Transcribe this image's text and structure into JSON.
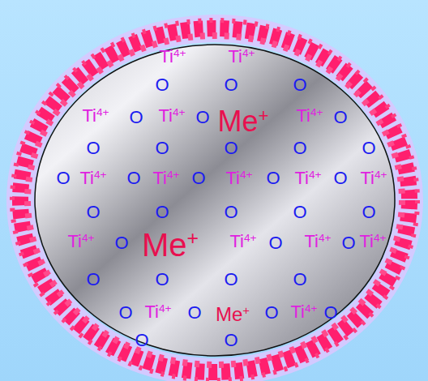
{
  "diagram": {
    "nodes": [
      {
        "text": [
          "Ti4+",
          "Ti4+",
          "O",
          "O",
          "O",
          "Ti4+",
          "O",
          "Ti4+",
          "O",
          "Me+",
          "Ti4+",
          "O",
          "O",
          "O",
          "O",
          "O",
          "O",
          "O",
          "Ti4+",
          "O",
          "Ti4+",
          "O",
          "Ti4+",
          "O",
          "Ti4+",
          "O",
          "Ti4+",
          "O",
          "O",
          "O",
          "O",
          "O",
          "Ti4+",
          "O",
          "Me+",
          "Ti4+",
          "O",
          "Ti4+",
          "O",
          "Ti4+",
          "O",
          "O",
          "O",
          "O",
          "O",
          "Ti4+",
          "O",
          "Me+",
          "O",
          "Ti4+",
          "O",
          "O",
          "O"
        ]
      }
    ]
  }
}
